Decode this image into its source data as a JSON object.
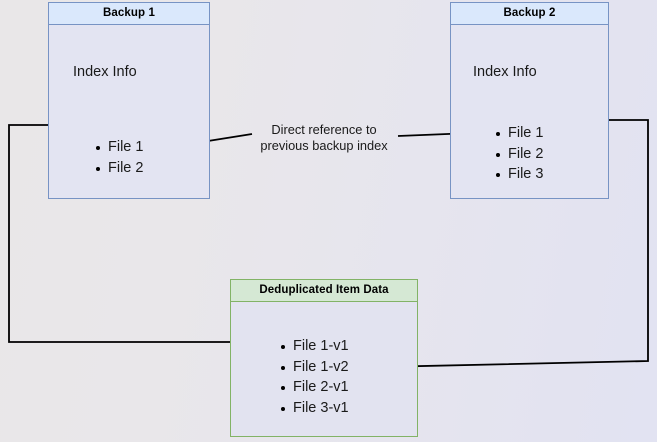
{
  "diagram": {
    "type": "backup-deduplication-diagram",
    "background_gradient_from": "#e9e7e8",
    "background_gradient_to": "#e2e3f2",
    "blue_border": "#7793c4",
    "blue_header_fill": "#dae8fc",
    "green_border": "#82b366",
    "green_header_fill": "#d5e8d4",
    "edge_color": "#000000"
  },
  "nodes": {
    "backup1": {
      "title": "Backup 1",
      "subtitle": "Index Info",
      "files": [
        "File 1",
        "File 2"
      ]
    },
    "backup2": {
      "title": "Backup 2",
      "subtitle": "Index Info",
      "files": [
        "File 1",
        "File 2",
        "File 3"
      ]
    },
    "dedup": {
      "title": "Deduplicated Item Data",
      "files": [
        "File 1-v1",
        "File 1-v2",
        "File 2-v1",
        "File 3-v1"
      ]
    }
  },
  "labels": {
    "direct_reference": "Direct reference to\nprevious backup index"
  }
}
